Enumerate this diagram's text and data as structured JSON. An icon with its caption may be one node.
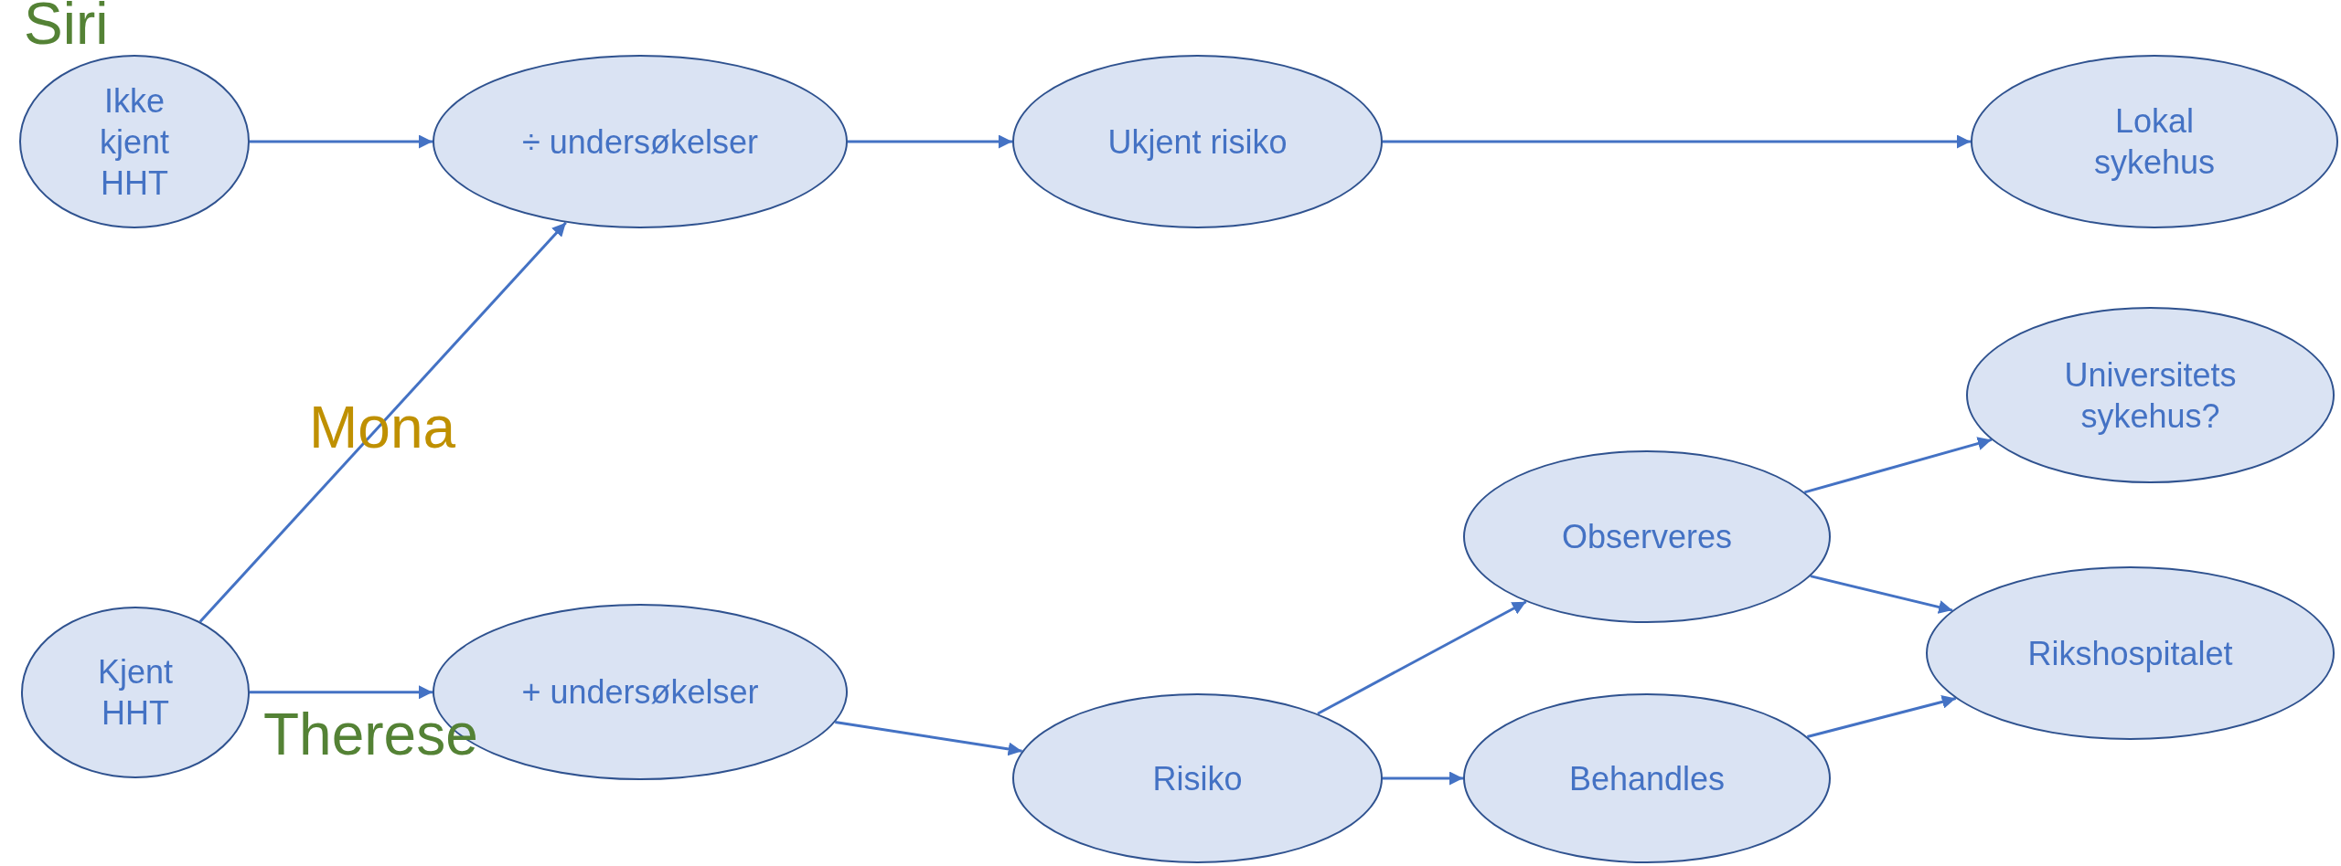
{
  "diagram": {
    "nodes": [
      {
        "text": [
          "Ikke kjent HHT"
        ]
      },
      {
        "text": [
          "÷ undersøkelser"
        ]
      },
      {
        "text": [
          "Ukjent risiko"
        ]
      },
      {
        "text": [
          "Lokal sykehus"
        ]
      },
      {
        "text": [
          "Kjent HHT"
        ]
      },
      {
        "text": [
          "+ undersøkelser"
        ]
      },
      {
        "text": [
          "Risiko"
        ]
      },
      {
        "text": [
          "Observeres"
        ]
      },
      {
        "text": [
          "Behandles"
        ]
      },
      {
        "text": [
          "Universitets sykehus?"
        ]
      },
      {
        "text": [
          "Rikshospitalet"
        ]
      }
    ],
    "edges": [
      {
        "from": 0,
        "to": 1,
        "arrow": "to"
      },
      {
        "from": 1,
        "to": 2,
        "arrow": "to"
      },
      {
        "from": 2,
        "to": 3,
        "arrow": "to"
      },
      {
        "from": 4,
        "to": 1,
        "arrow": "to"
      },
      {
        "from": 4,
        "to": 5,
        "arrow": "to"
      },
      {
        "from": 5,
        "to": 6,
        "arrow": "to"
      },
      {
        "from": 6,
        "to": 7,
        "arrow": "to"
      },
      {
        "from": 6,
        "to": 8,
        "arrow": "to"
      },
      {
        "from": 7,
        "to": 9,
        "arrow": "to"
      },
      {
        "from": 7,
        "to": 10,
        "arrow": "to"
      },
      {
        "from": 8,
        "to": 10,
        "arrow": "to"
      }
    ],
    "labels": [
      "Siri",
      "Mona",
      "Therese"
    ]
  }
}
